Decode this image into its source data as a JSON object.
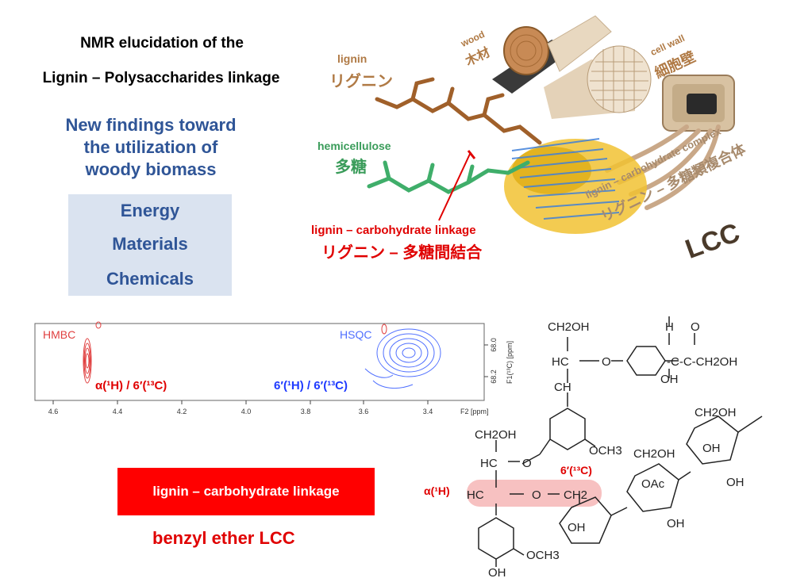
{
  "title": {
    "line1": "NMR elucidation of the",
    "line2": "Lignin – Polysaccharides linkage"
  },
  "subtitle": {
    "line1": "New findings toward",
    "line2": "the utilization of",
    "line3": "woody biomass"
  },
  "applications": [
    "Energy",
    "Materials",
    "Chemicals"
  ],
  "illustration": {
    "wood_en": "wood",
    "wood_ja": "木材",
    "cellwall_en": "cell wall",
    "cellwall_ja": "細胞壁",
    "lignin_en": "lignin",
    "lignin_ja": "リグニン",
    "hemi_en": "hemicellulose",
    "hemi_ja": "多糖",
    "link_en": "lignin – carbohydrate linkage",
    "link_ja": "リグニン – 多糖間結合",
    "lcc_en": "lignin – carbohydrate complex",
    "lcc_ja": "リグニン – 多糖類複合体",
    "lcc": "LCC"
  },
  "spectrum": {
    "hmbc": "HMBC",
    "hsqc": "HSQC",
    "peak1": "α(¹H) / 6′(¹³C)",
    "peak2": "6′(¹H) / 6′(¹³C)",
    "x_ticks": [
      "4.6",
      "4.4",
      "4.2",
      "4.0",
      "3.8",
      "3.6",
      "3.4"
    ],
    "x_unit": "F2 [ppm]",
    "y_ticks": [
      "68.0",
      "68.2"
    ],
    "y_label": "F1(¹³C) [ppm]"
  },
  "banner": "lignin – carbohydrate linkage",
  "conclusion": "benzyl ether LCC",
  "structure": {
    "alpha": "α(¹H)",
    "six": "6′(¹³C)",
    "labels": {
      "ch2oh": "CH2OH",
      "hc": "HC",
      "ch": "CH",
      "o": "O",
      "h": "H",
      "oh": "OH",
      "och3": "OCH3",
      "ch2": "CH2",
      "oac": "OAc",
      "c": "C",
      "chain": "-C-C-CH2OH"
    }
  },
  "colors": {
    "title_blue": "#2f5597",
    "box_bg": "#dae3f0",
    "lignin_brown": "#b07a45",
    "hemi_green": "#3a9c5a",
    "linkage_red": "#e00000",
    "hsqc_blue": "#1f3bff",
    "hmbc_red": "#e00000",
    "highlight_pink": "#f4a6a6"
  }
}
